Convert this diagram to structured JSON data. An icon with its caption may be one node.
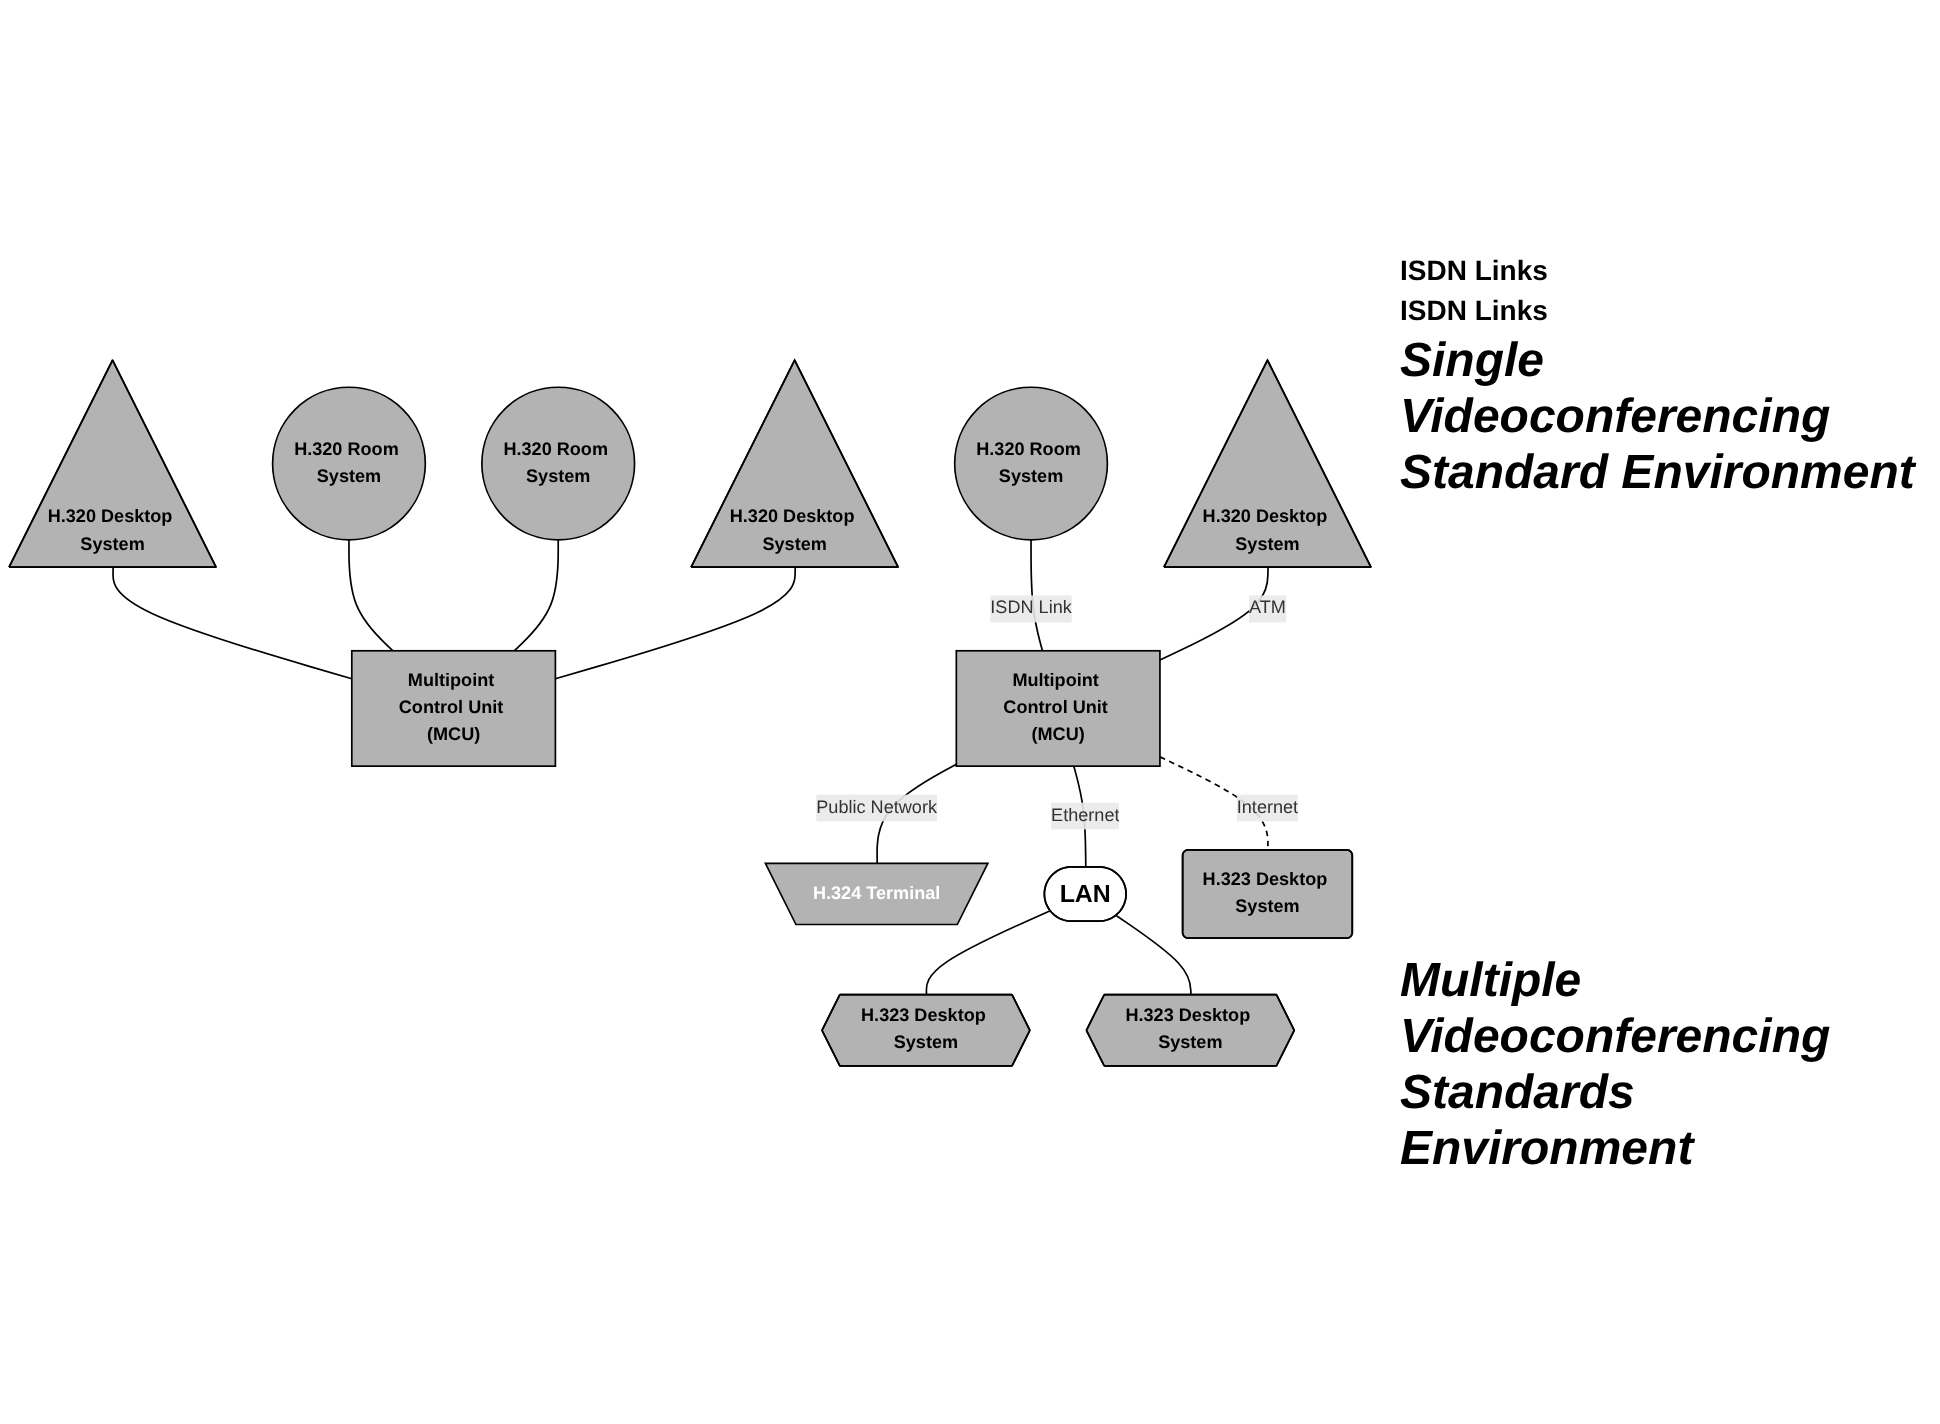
{
  "diagram": {
    "nodes": [
      {
        "text": [
          "H.320 Desktop System"
        ]
      },
      {
        "text": [
          "H.320 Room System"
        ]
      },
      {
        "text": [
          "Multipoint Control Unit (MCU)"
        ]
      },
      {
        "text": [
          "H.320 Room System"
        ]
      },
      {
        "text": [
          "H.320 Desktop System"
        ]
      },
      {
        "text": [
          "H.320 Room System"
        ]
      },
      {
        "text": [
          "Multipoint Control Unit (MCU)"
        ]
      },
      {
        "text": [
          "H.324 Terminal"
        ]
      },
      {
        "text": [
          "H.320 Desktop System"
        ]
      },
      {
        "text": [
          "LAN"
        ]
      },
      {
        "text": [
          "H.323 Desktop System"
        ]
      },
      {
        "text": [
          "H.323 Desktop System"
        ]
      },
      {
        "text": [
          "H.323 Desktop System"
        ]
      }
    ],
    "edges": [
      {
        "from": 0,
        "to": 2,
        "arrow": "none"
      },
      {
        "from": 1,
        "to": 2,
        "arrow": "none"
      },
      {
        "from": 3,
        "to": 2,
        "arrow": "none"
      },
      {
        "from": 4,
        "to": 2,
        "arrow": "none"
      },
      {
        "from": 5,
        "to": 6,
        "arrow": "none",
        "label": "ISDN Link"
      },
      {
        "from": 6,
        "to": 7,
        "arrow": "none",
        "label": "Public Network"
      },
      {
        "from": 8,
        "to": 6,
        "arrow": "none",
        "label": "ATM"
      },
      {
        "from": 6,
        "to": 9,
        "arrow": "none",
        "label": "Ethernet"
      },
      {
        "from": 9,
        "to": 10,
        "arrow": "none"
      },
      {
        "from": 9,
        "to": 11,
        "arrow": "none"
      },
      {
        "from": 6,
        "to": 12,
        "arrow": "none",
        "label": "Internet",
        "style": "dashed"
      }
    ],
    "labels": [
      "ISDN Links",
      "ISDN Links",
      "Single Videoconferencing Standard Environment",
      "Multiple Videoconferencing Standards Environment"
    ]
  }
}
